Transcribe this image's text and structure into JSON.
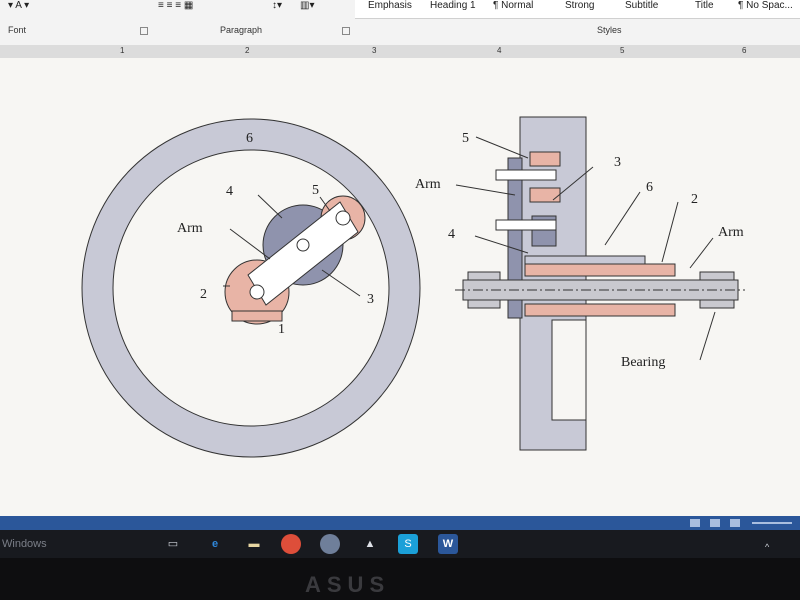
{
  "ribbon": {
    "groups": {
      "font": "Font",
      "paragraph": "Paragraph",
      "styles": "Styles"
    },
    "styles_gallery": [
      "Emphasis",
      "Heading 1",
      "¶ Normal",
      "Strong",
      "Subtitle",
      "Title",
      "¶ No Spac..."
    ]
  },
  "ruler": {
    "numbers": [
      "1",
      "2",
      "3",
      "4",
      "5",
      "6"
    ]
  },
  "figure": {
    "left": {
      "labels": {
        "ring": "6",
        "gear4": "4",
        "gear5": "5",
        "arm": "Arm",
        "gear2": "2",
        "gear3": "3",
        "fixed": "1"
      }
    },
    "right": {
      "labels": {
        "gear5": "5",
        "gear3": "3",
        "arm_top": "Arm",
        "gear6": "6",
        "gear2": "2",
        "arm_right": "Arm",
        "gear4": "4",
        "bearing": "Bearing"
      }
    }
  },
  "taskbar": {
    "search_placeholder": "Windows",
    "word_icon_letter": "W",
    "skype_icon_letter": "S"
  },
  "monitor": {
    "brand": "ASUS"
  },
  "colors": {
    "ring": "#c8c9d6",
    "pink": "#e8b4a6",
    "gear": "#8f93ad",
    "shaft": "#c9c9cf",
    "taskbar": "#181a1f",
    "statusbar": "#2b579a"
  }
}
